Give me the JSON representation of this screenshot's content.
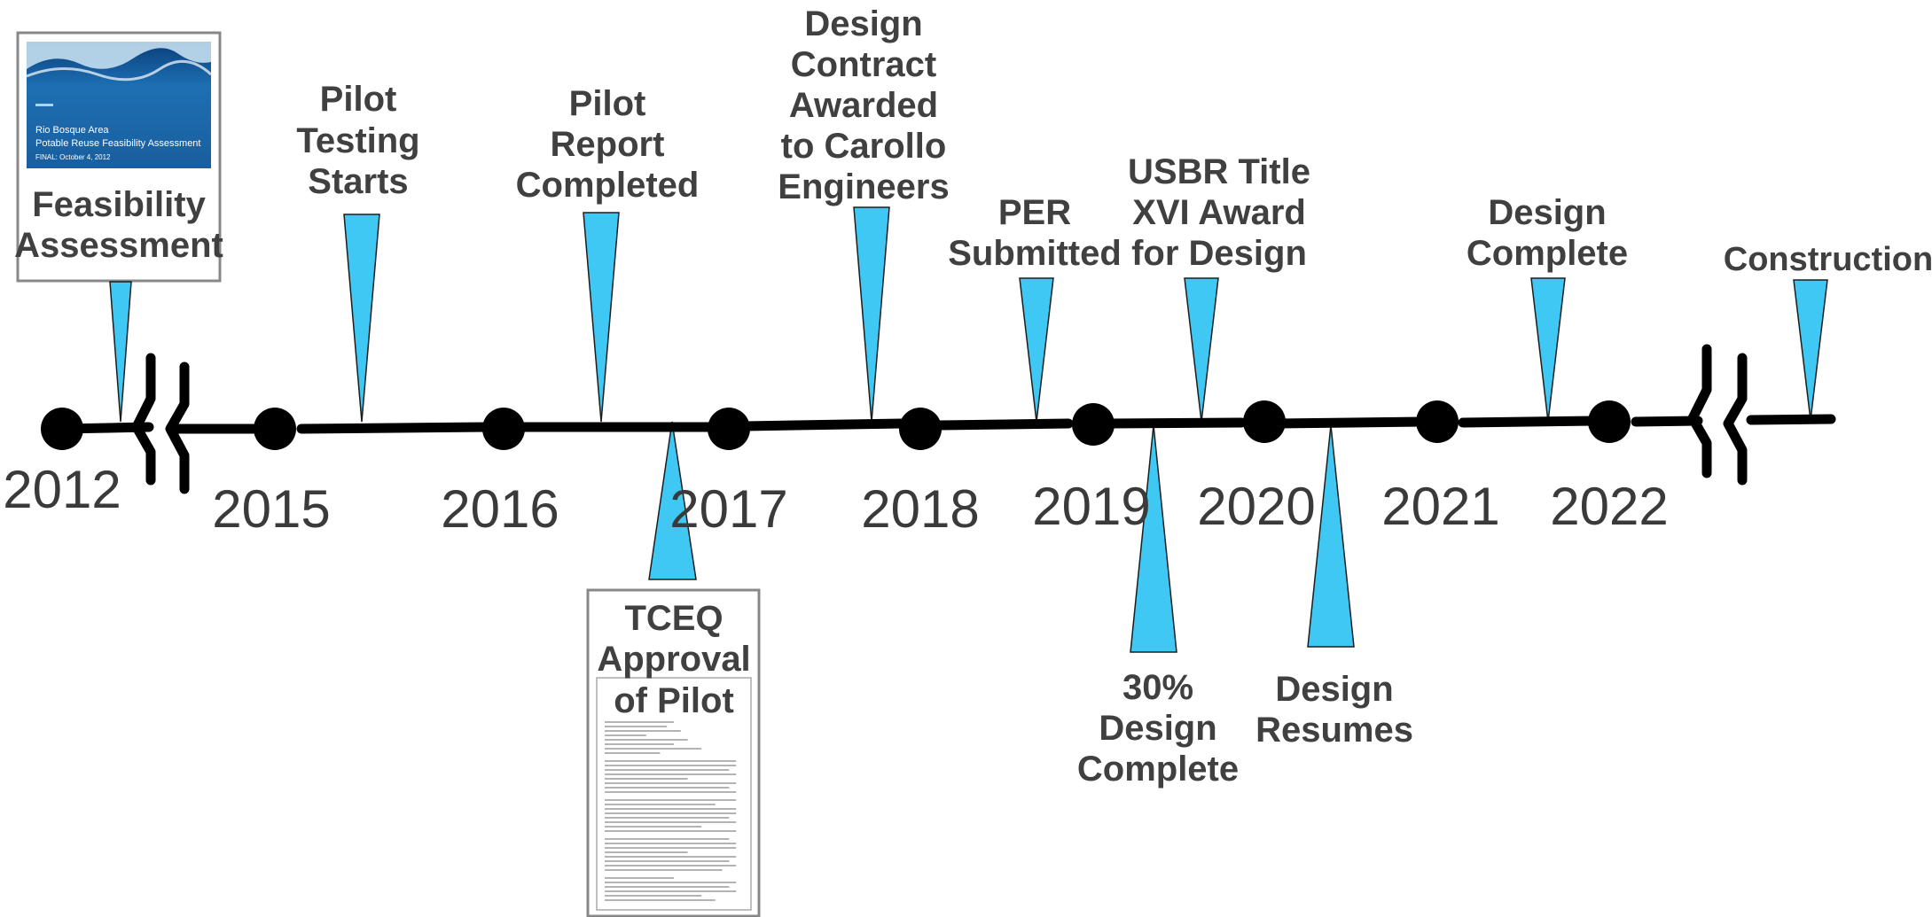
{
  "years": [
    "2012",
    "2015",
    "2016",
    "2017",
    "2018",
    "2019",
    "2020",
    "2021",
    "2022"
  ],
  "events_above": [
    {
      "lines": [
        "Pilot",
        "Testing",
        "Starts"
      ]
    },
    {
      "lines": [
        "Pilot",
        "Report",
        "Completed"
      ]
    },
    {
      "lines": [
        "Design",
        "Contract",
        "Awarded",
        "to Carollo",
        "Engineers"
      ]
    },
    {
      "lines": [
        "PER",
        "Submitted"
      ]
    },
    {
      "lines": [
        "USBR Title",
        "XVI Award",
        "for Design"
      ]
    },
    {
      "lines": [
        "Design",
        "Complete"
      ]
    },
    {
      "lines": [
        "Construction"
      ]
    }
  ],
  "events_below": [
    {
      "lines": [
        "30%",
        "Design",
        "Complete"
      ]
    },
    {
      "lines": [
        "Design",
        "Resumes"
      ]
    }
  ],
  "feasibility_card": {
    "label_lines": [
      "Feasibility",
      "Assessment"
    ],
    "cover_lines": [
      "Rio Bosque Area",
      "Potable Reuse Feasibility Assessment",
      "FINAL: October 4, 2012"
    ]
  },
  "tceq_card": {
    "label_lines": [
      "TCEQ",
      "Approval",
      "of Pilot"
    ]
  },
  "colors": {
    "pointer_fill": "#3ec8f3",
    "line": "#000000",
    "year_text": "#3a3a3a",
    "event_text": "#404040"
  }
}
